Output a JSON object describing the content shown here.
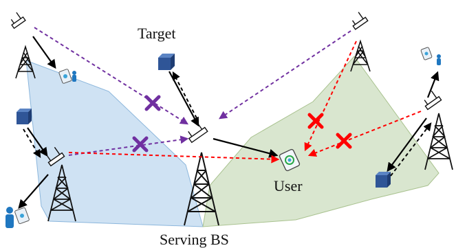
{
  "labels": {
    "target": "Target",
    "user": "User",
    "serving_bs": "Serving BS"
  },
  "colors": {
    "left_region_fill": "#cfe2f3",
    "left_region_stroke": "#8bb6dc",
    "right_region_fill": "#d9e6cf",
    "right_region_stroke": "#a9c28f",
    "target_cube": "#2f5597",
    "sensing_link": "#7030a0",
    "interference_link": "#ff0000",
    "data_link": "#000000",
    "tower": "#111111"
  },
  "icons": {
    "tower": "cell-tower-icon",
    "antenna_panel": "antenna-array-icon",
    "target": "cube-icon",
    "user": "user-device-icon",
    "blocked": "cross-mark-icon"
  }
}
